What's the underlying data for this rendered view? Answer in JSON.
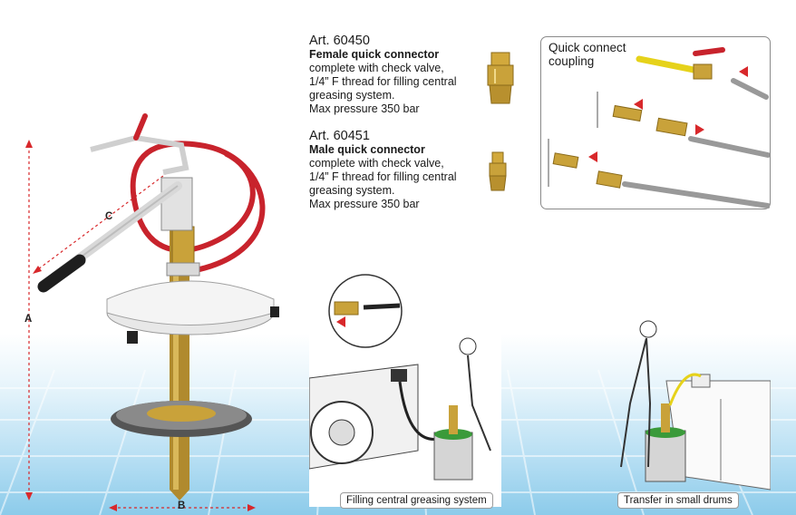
{
  "products": [
    {
      "art": "Art. 60450",
      "name": "Female quick connector",
      "lines": [
        "complete with check valve,",
        "1/4” F thread for filling central",
        "greasing system.",
        "Max pressure 350 bar"
      ]
    },
    {
      "art": "Art. 60451",
      "name": "Male quick connector",
      "lines": [
        "complete with check valve,",
        "1/4” F thread for filling central",
        "greasing system.",
        "Max pressure 350 bar"
      ]
    }
  ],
  "coupling_panel": {
    "title_line1": "Quick connect",
    "title_line2": "coupling"
  },
  "dimensions": {
    "a": "A",
    "b": "B",
    "c": "C"
  },
  "scenes": {
    "left_caption": "Filling central greasing system",
    "right_caption": "Transfer in small drums"
  },
  "colors": {
    "hose": "#c8232c",
    "brass": "#c9a23a",
    "arrow": "#d8282b",
    "floor": "#8ccbea"
  }
}
